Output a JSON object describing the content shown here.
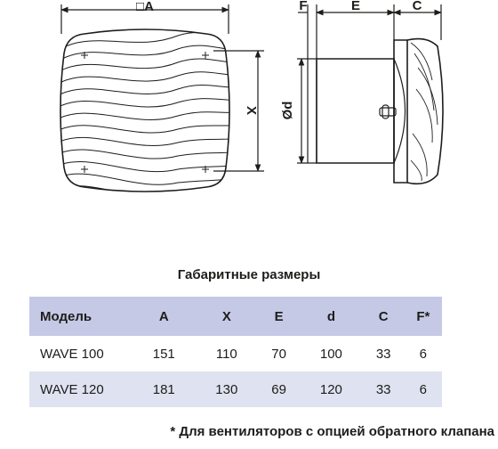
{
  "drawing": {
    "labels": {
      "a": "□A",
      "x": "X",
      "d": "Ød",
      "f": "F",
      "e": "E",
      "c": "C"
    },
    "line_color": "#1d1d1b"
  },
  "table": {
    "title": "Габаритные размеры",
    "header_color": "#c5c9e6",
    "alt_row_color": "#dfe2f0",
    "columns": [
      "Модель",
      "A",
      "X",
      "E",
      "d",
      "C",
      "F*"
    ],
    "rows": [
      [
        "WAVE 100",
        "151",
        "110",
        "70",
        "100",
        "33",
        "6"
      ],
      [
        "WAVE 120",
        "181",
        "130",
        "69",
        "120",
        "33",
        "6"
      ]
    ]
  },
  "footnote": "* Для вентиляторов с опцией обратного клапана"
}
